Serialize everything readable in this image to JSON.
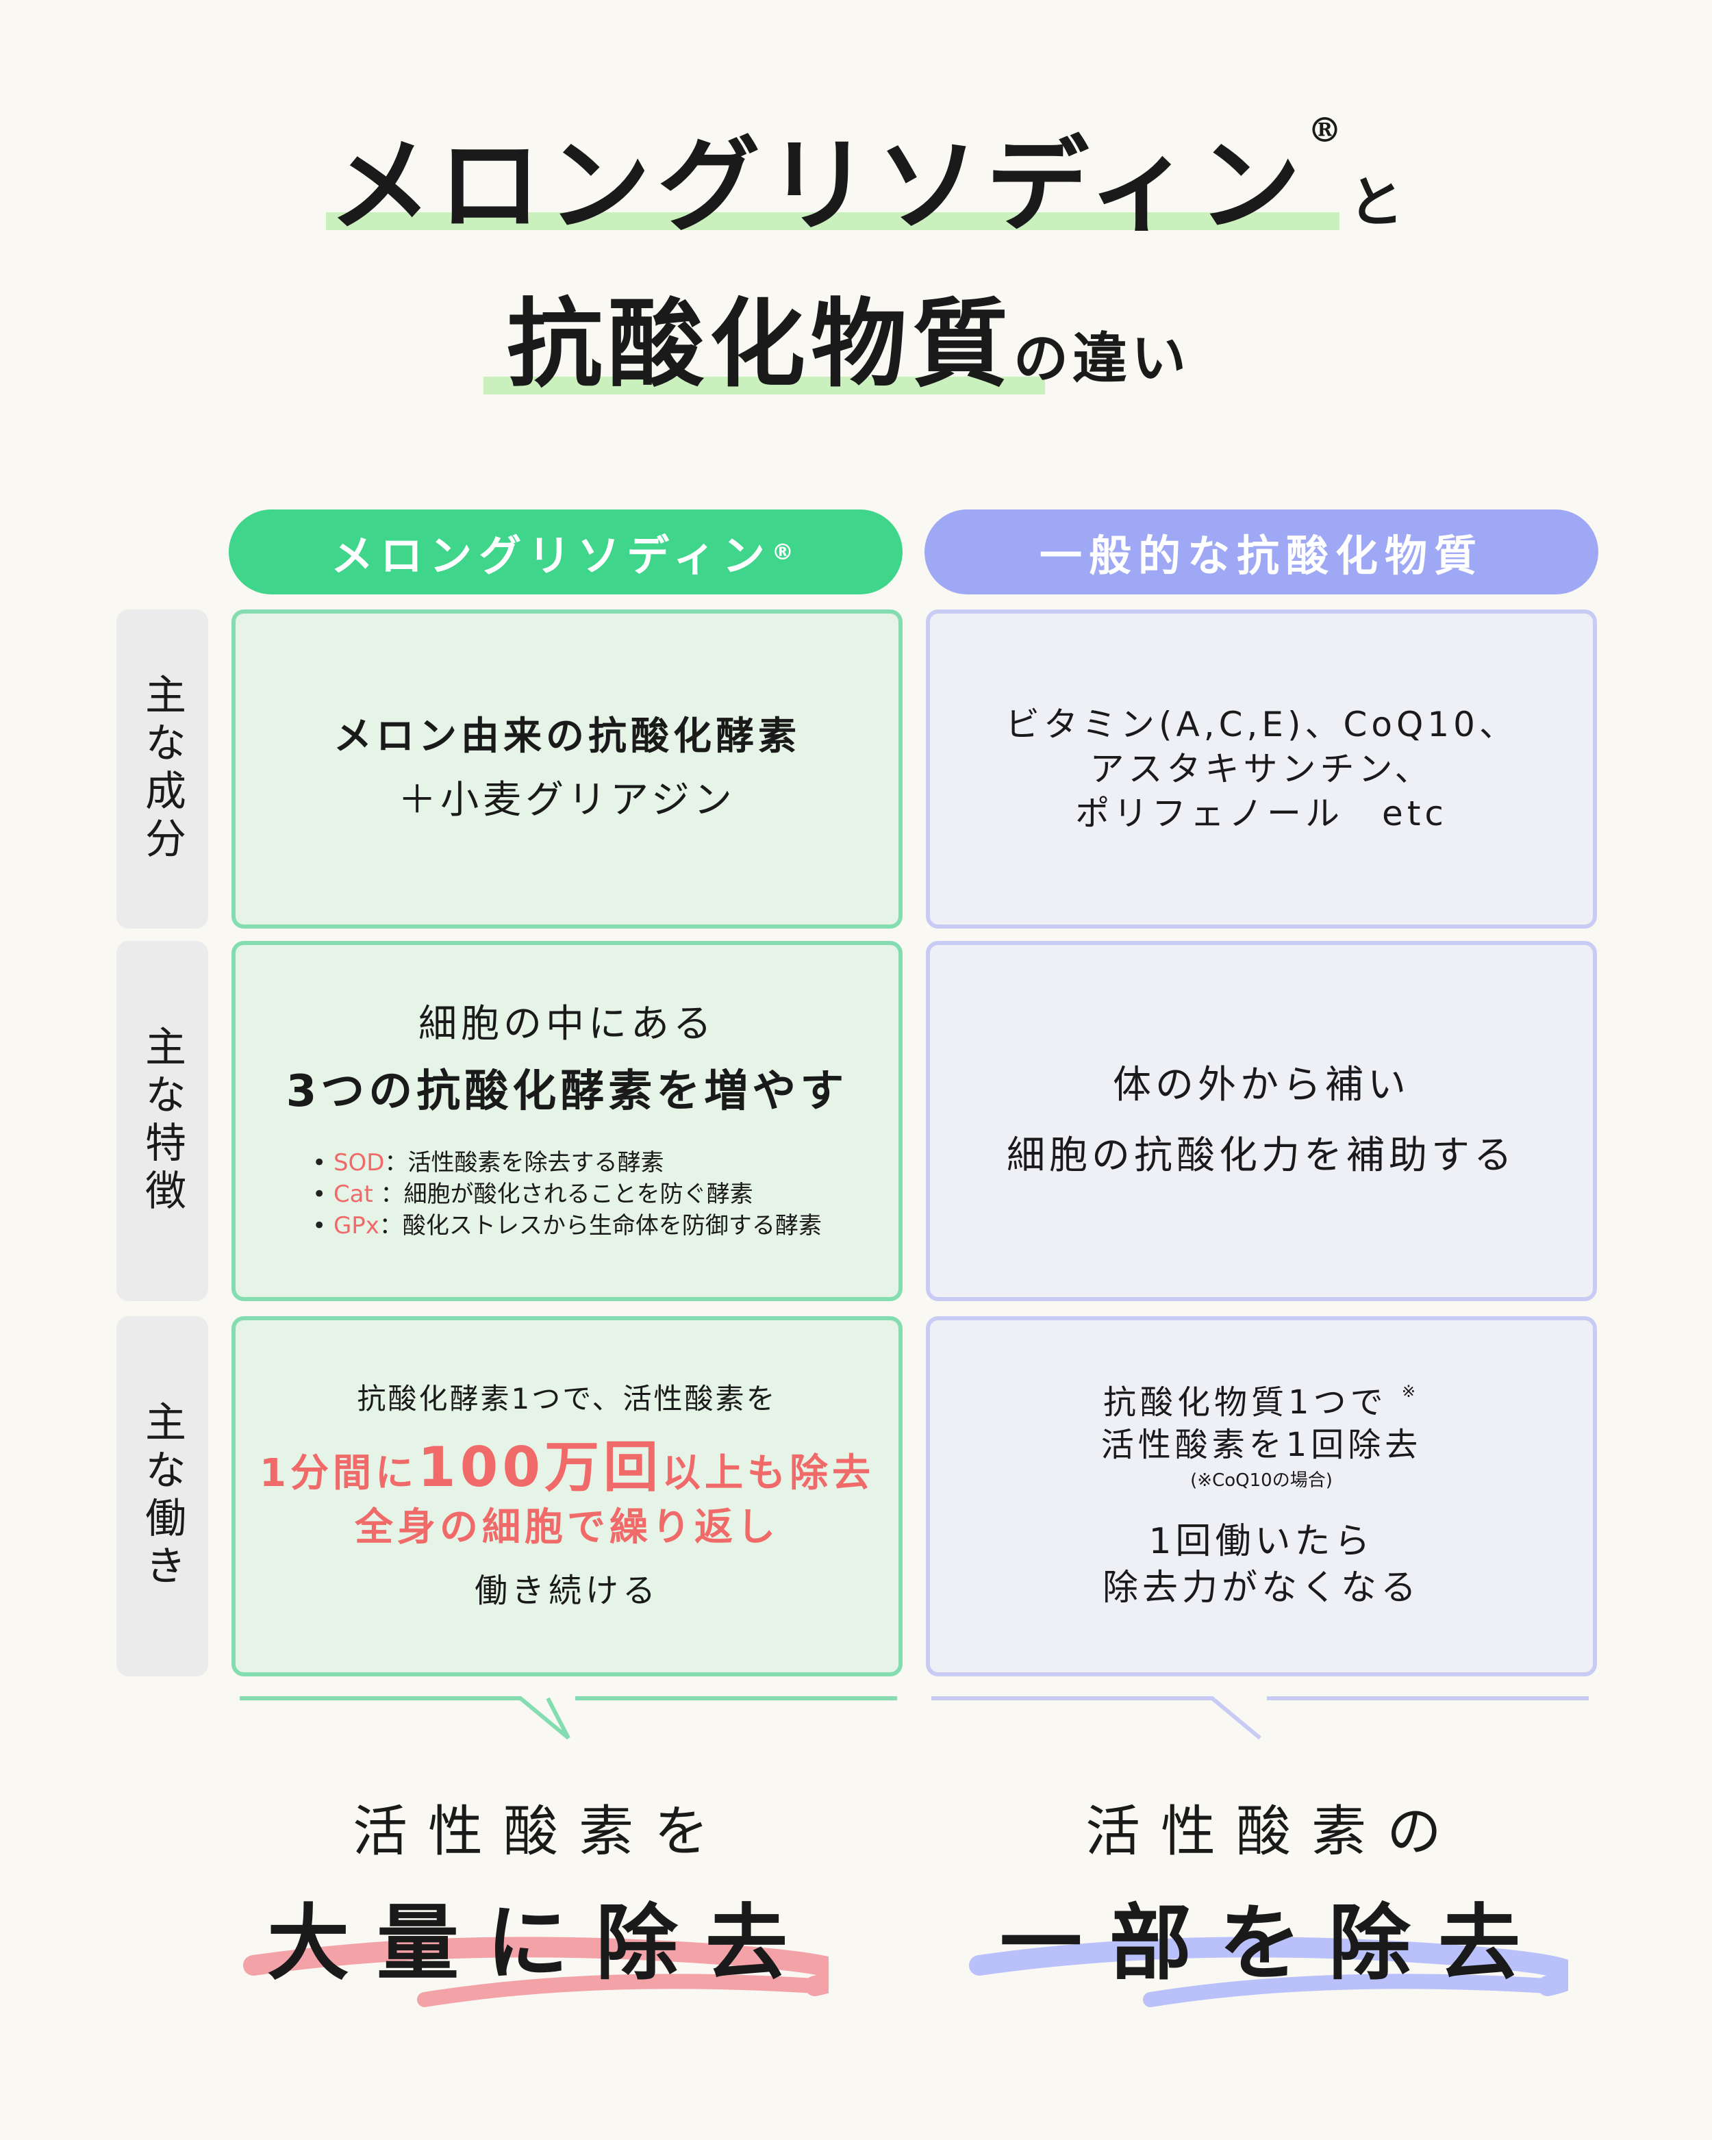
{
  "title": {
    "line1": "メロングリソディン",
    "registered": "®",
    "connector": "と",
    "line2_main": "抗酸化物質",
    "line2_suffix": "の違い"
  },
  "columns": [
    {
      "label": "メロングリソディン",
      "mark": "®"
    },
    {
      "label": "一般的な抗酸化物質"
    }
  ],
  "rows": [
    {
      "label": "主な成分",
      "left": {
        "line1": "メロン由来の抗酸化酵素",
        "line2": "＋小麦グリアジン"
      },
      "right": {
        "line1": "ビタミン(A,C,E)、CoQ10、",
        "line2": "アスタキサンチン、",
        "line3": "ポリフェノール　etc"
      }
    },
    {
      "label": "主な特徴",
      "left": {
        "line1": "細胞の中にある",
        "line2": "3つの抗酸化酵素を増やす",
        "items": [
          {
            "name": "SOD",
            "desc": "：活性酸素を除去する酵素"
          },
          {
            "name": "Cat",
            "desc": " ：細胞が酸化されることを防ぐ酵素"
          },
          {
            "name": "GPx",
            "desc": "：酸化ストレスから生命体を防御する酵素"
          }
        ]
      },
      "right": {
        "line1": "体の外から補い",
        "line2": "細胞の抗酸化力を補助する"
      }
    },
    {
      "label": "主な働き",
      "left": {
        "line1": "抗酸化酵素1つで、活性酸素を",
        "pre": "1分間に",
        "emph": "100万回",
        "post": "以上も除去",
        "line3": "全身の細胞で繰り返し",
        "line4": "働き続ける"
      },
      "right": {
        "line1": "抗酸化物質1つで",
        "mark": "※",
        "line2": "活性酸素を1回除去",
        "note": "(※CoQ10の場合)",
        "line3": "1回働いたら",
        "line4": "除去力がなくなる"
      }
    }
  ],
  "conclusion": {
    "left": {
      "line1": "活性酸素を",
      "line2": "大量に除去"
    },
    "right": {
      "line1": "活性酸素の",
      "line2": "一部を除去"
    }
  },
  "colors": {
    "green": "#3fd58b",
    "blue": "#9ea8f5",
    "red": "#f06a6a",
    "pink_stroke": "#f3a3a8",
    "blue_stroke": "#b9c0fa"
  }
}
